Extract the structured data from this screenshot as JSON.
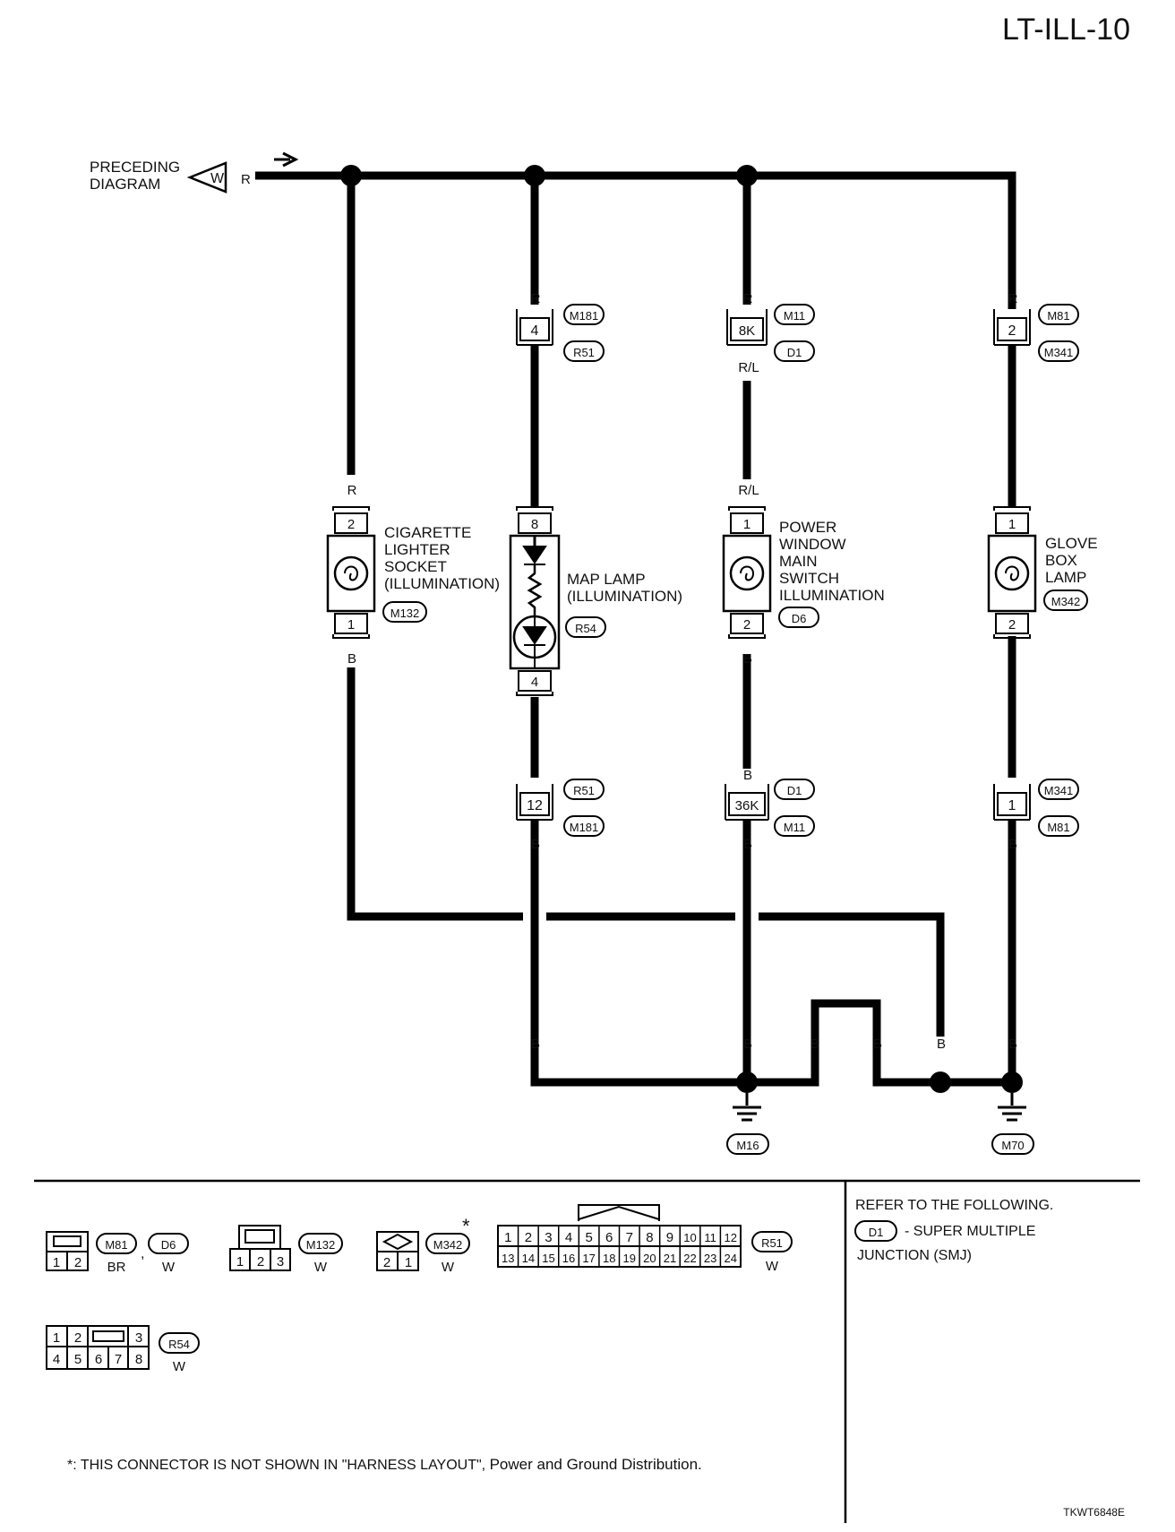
{
  "page_id": "LT-ILL-10",
  "image_code": "TKWT6848E",
  "preceding": {
    "line1": "PRECEDING",
    "line2": "DIAGRAM",
    "badge": "W",
    "wire": "R"
  },
  "colors": {
    "wire": "#000000",
    "background": "#ffffff"
  },
  "wire_codes": {
    "red": "R",
    "black": "B",
    "red_blue": "R/L"
  },
  "branches": {
    "cigarette": {
      "lines": [
        "CIGARETTE",
        "LIGHTER",
        "SOCKET",
        "(ILLUMINATION)"
      ],
      "connector": "M132",
      "pin_top": "2",
      "pin_bottom": "1"
    },
    "maplamp": {
      "lines": [
        "MAP LAMP",
        "(ILLUMINATION)"
      ],
      "connector": "R54",
      "pin_top": "8",
      "pin_bottom": "4",
      "upper_joint": {
        "pin": "4",
        "tag_top": "M181",
        "tag_bottom": "R51"
      },
      "lower_joint": {
        "pin": "12",
        "tag_top": "R51",
        "tag_bottom": "M181"
      }
    },
    "powerwindow": {
      "lines": [
        "POWER",
        "WINDOW",
        "MAIN",
        "SWITCH",
        "ILLUMINATION"
      ],
      "connector": "D6",
      "pin_top": "1",
      "pin_bottom": "2",
      "upper_joint": {
        "pin": "8K",
        "tag_top": "M11",
        "tag_bottom": "D1"
      },
      "lower_joint": {
        "pin": "36K",
        "tag_top": "D1",
        "tag_bottom": "M11"
      }
    },
    "glovebox": {
      "lines": [
        "GLOVE",
        "BOX",
        "LAMP"
      ],
      "connector": "M342",
      "pin_top": "1",
      "pin_bottom": "2",
      "upper_joint": {
        "pin": "2",
        "tag_top": "M81",
        "tag_bottom": "M341"
      },
      "lower_joint": {
        "pin": "1",
        "tag_top": "M341",
        "tag_bottom": "M81"
      }
    }
  },
  "grounds": [
    "M16",
    "M70"
  ],
  "connector_views": {
    "m81_d6": {
      "tags": [
        "M81",
        "D6"
      ],
      "colors": [
        "BR",
        "W"
      ],
      "pins": [
        "1",
        "2"
      ],
      "sep": ","
    },
    "m132": {
      "tag": "M132",
      "color": "W",
      "pins": [
        "1",
        "2",
        "3"
      ]
    },
    "m342": {
      "tag": "M342",
      "color": "W",
      "pins": [
        "2",
        "1"
      ],
      "mark": "*"
    },
    "r51": {
      "tag": "R51",
      "color": "W",
      "pins_top": [
        "1",
        "2",
        "3",
        "4",
        "5",
        "6",
        "7",
        "8",
        "9",
        "10",
        "11",
        "12"
      ],
      "pins_bottom": [
        "13",
        "14",
        "15",
        "16",
        "17",
        "18",
        "19",
        "20",
        "21",
        "22",
        "23",
        "24"
      ]
    },
    "r54": {
      "tag": "R54",
      "color": "W",
      "pins_top": [
        "1",
        "2",
        "3"
      ],
      "pins_bottom": [
        "4",
        "5",
        "6",
        "7",
        "8"
      ]
    }
  },
  "refer": {
    "heading": "REFER TO THE FOLLOWING.",
    "tag": "D1",
    "text1": "- SUPER MULTIPLE",
    "text2": "JUNCTION (SMJ)"
  },
  "footnote": {
    "mark": "*:",
    "text": " THIS CONNECTOR IS NOT SHOWN IN \"HARNESS LAYOUT\", ",
    "tail": "Power and Ground Distribution."
  }
}
